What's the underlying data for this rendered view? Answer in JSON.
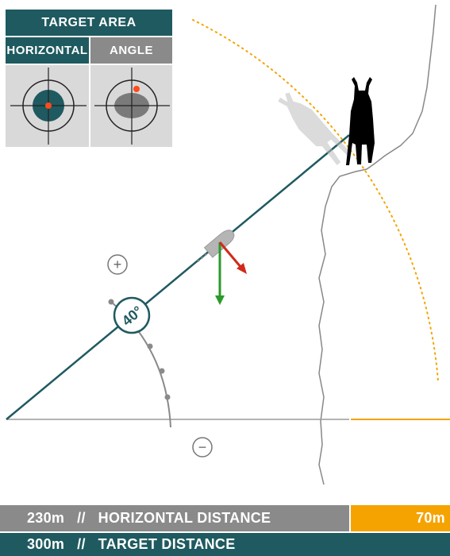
{
  "target_area": {
    "title": "TARGET AREA",
    "tabs": [
      {
        "label": "HORIZONTAL"
      },
      {
        "label": "ANGLE"
      }
    ]
  },
  "angle": {
    "label": "40°",
    "plus_symbol": "+",
    "minus_symbol": "−"
  },
  "distances": {
    "horizontal": {
      "value": "230m",
      "separator": "//",
      "label": "HORIZONTAL DISTANCE"
    },
    "rise": {
      "value": "70m"
    },
    "target": {
      "value": "300m",
      "separator": "//",
      "label": "TARGET DISTANCE"
    }
  },
  "colors": {
    "teal": "#1f5a60",
    "gray": "#8a8a8a",
    "orange": "#f5a300",
    "red_point": "#ff4a1c",
    "green_arrow": "#2a9a2a",
    "red_arrow": "#d02a1a"
  }
}
